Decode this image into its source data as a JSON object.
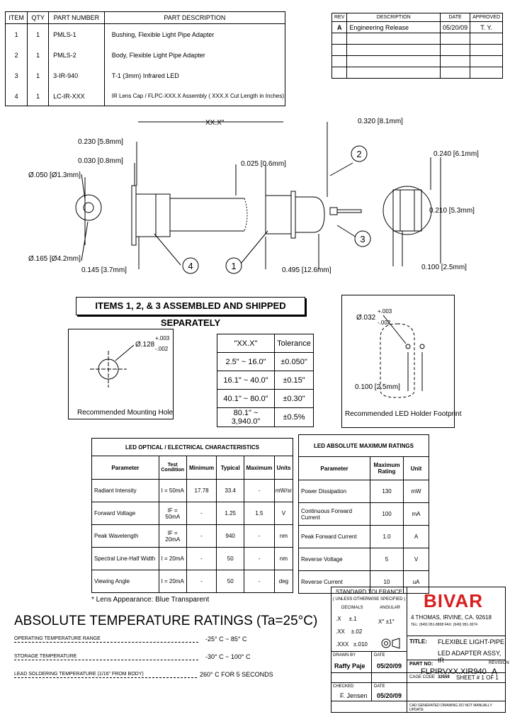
{
  "parts_table": {
    "headers": [
      "ITEM",
      "QTY",
      "PART NUMBER",
      "PART DESCRIPTION"
    ],
    "rows": [
      {
        "item": "1",
        "qty": "1",
        "part": "PMLS-1",
        "desc": "Bushing, Flexible Light Pipe Adapter"
      },
      {
        "item": "2",
        "qty": "1",
        "part": "PMLS-2",
        "desc": "Body, Flexible Light Pipe Adapter"
      },
      {
        "item": "3",
        "qty": "1",
        "part": "3-IR-940",
        "desc": "T-1 (3mm) Infrared LED"
      },
      {
        "item": "4",
        "qty": "1",
        "part": "LC-IR-XXX",
        "desc": "IR Lens Cap / FLPC-XXX.X Assembly ( XXX.X Cut Length in Inches)"
      }
    ]
  },
  "revision_table": {
    "headers": [
      "REV",
      "DESCRIPTION",
      "DATE",
      "APPROVED"
    ],
    "rows": [
      {
        "rev": "A",
        "desc": "Engineering Release",
        "date": "05/20/09",
        "approved": "T. Y."
      }
    ]
  },
  "drawing": {
    "dim_xxx": "XX.X\"",
    "dim_0320": "0.320 [8.1mm]",
    "dim_0230": "0.230 [5.8mm]",
    "dim_0030": "0.030 [0.8mm]",
    "dim_0025": "0.025 [0.6mm]",
    "dim_0050": "Ø.050 [Ø1.3mm]",
    "dim_0165": "Ø.165 [Ø4.2mm]",
    "dim_0145": "0.145 [3.7mm]",
    "dim_0495": "0.495 [12.6mm]",
    "dim_0240": "0.240 [6.1mm]",
    "dim_0210": "0.210 [5.3mm]",
    "dim_0100": "0.100 [2.5mm]",
    "balloons": [
      "1",
      "2",
      "3",
      "4"
    ]
  },
  "banner": "ITEMS 1, 2, & 3  ASSEMBLED AND SHIPPED SEPARATELY",
  "mounting_hole": {
    "dia_main": "Ø.128",
    "dia_plus": "+.003",
    "dia_minus": "-.002",
    "caption": "Recommended Mounting Hole"
  },
  "length_tolerance": {
    "headers": [
      "\"XX.X\"",
      "Tolerance"
    ],
    "rows": [
      [
        "2.5\" ~ 16.0\"",
        "±0.050\""
      ],
      [
        "16.1\" ~ 40.0\"",
        "±0.15\""
      ],
      [
        "40.1\" ~ 80.0\"",
        "±0.30\""
      ],
      [
        "80.1\" ~ 3,940.0\"",
        "±0.5%"
      ]
    ]
  },
  "led_footprint": {
    "dia_main": "Ø.032",
    "dia_plus": "+.003",
    "dia_minus": "-.002",
    "dim_0100": "0.100 [2.5mm]",
    "caption": "Recommended LED Holder Footprint"
  },
  "optical_table": {
    "title": "LED OPTICAL / ELECTRICAL CHARACTERISTICS",
    "headers": [
      "Parameter",
      "Test Condition",
      "Minimum",
      "Typical",
      "Maximum",
      "Units"
    ],
    "rows": [
      [
        "Radiant Intensity",
        "I = 50mA",
        "17.78",
        "33.4",
        "-",
        "mW/sr"
      ],
      [
        "Forward Voltage",
        "IF = 50mA",
        "-",
        "1.25",
        "1.5",
        "V"
      ],
      [
        "Peak Wavelength",
        "IF = 20mA",
        "-",
        "940",
        "-",
        "nm"
      ],
      [
        "Spectral Line-Half Width",
        "I = 20mA",
        "-",
        "50",
        "-",
        "nm"
      ],
      [
        "Viewing Angle",
        "I = 20mA",
        "-",
        "50",
        "-",
        "deg"
      ]
    ],
    "note": "* Lens Appearance: Blue Transparent"
  },
  "abs_max_table": {
    "title": "LED ABSOLUTE MAXIMUM RATINGS",
    "headers": [
      "Parameter",
      "Maximum Rating",
      "Unit"
    ],
    "rows": [
      [
        "Power Dissipation",
        "130",
        "mW"
      ],
      [
        "Continuous Forward Current",
        "100",
        "mA"
      ],
      [
        "Peak Forward Current",
        "1.0",
        "A"
      ],
      [
        "Reverse Voltage",
        "5",
        "V"
      ],
      [
        "Reverse Current",
        "10",
        "uA"
      ]
    ]
  },
  "temperature": {
    "title": "ABSOLUTE TEMPERATURE RATINGS (Ta=25°C)",
    "rows": [
      {
        "label": "OPERATING TEMPERATURE RANGE",
        "value": "-25° C ~ 85° C"
      },
      {
        "label": "STORAGE TEMPERATURE",
        "value": "-30° C ~ 100° C"
      },
      {
        "label": "LEAD SOLDERING TEMPERATURE (1/16\" FROM BODY)",
        "value": "260° C  FOR  5  SECONDS"
      }
    ]
  },
  "title_block": {
    "std_tol": "STANDARD TOLERANCE",
    "unless": "( UNLESS OTHERWISE SPECIFIED )",
    "decimals": "DECIMALS",
    "angular": "ANGULAR",
    "tol_x": ".X     ±.1",
    "tol_xx": ".XX    ±.02",
    "tol_xxx": ".XXX   ±.010",
    "tol_ang": "X°  ±1°",
    "company": "BIVAR",
    "address": "4 THOMAS, IRVINE, CA. 92618",
    "phone": "TEL: (949) 951-8808     FAX: (949) 951-3074",
    "title_label": "TITLE:",
    "title_1": "FLEXIBLE LIGHT-PIPE",
    "title_2": "LED ADAPTER ASSY, IR",
    "part_no_label": "PART NO:",
    "part_no": "FLPIRVXX.XIR940",
    "rev_label": "REVISION",
    "rev": "A",
    "drawn_label": "DRAWN BY",
    "drawn": "Raffy Paje",
    "date_label": "DATE",
    "date1": "05/20/09",
    "checked_label": "CHECKED",
    "checked": "F. Jensen",
    "date2": "05/20/09",
    "cage": "CAGE CODE",
    "cage_no": "32559",
    "sheet": "SHEET # 1  OF  1",
    "footer": "CAD GENERATED DRAWING DO NOT MANUALLY UPDATE"
  }
}
